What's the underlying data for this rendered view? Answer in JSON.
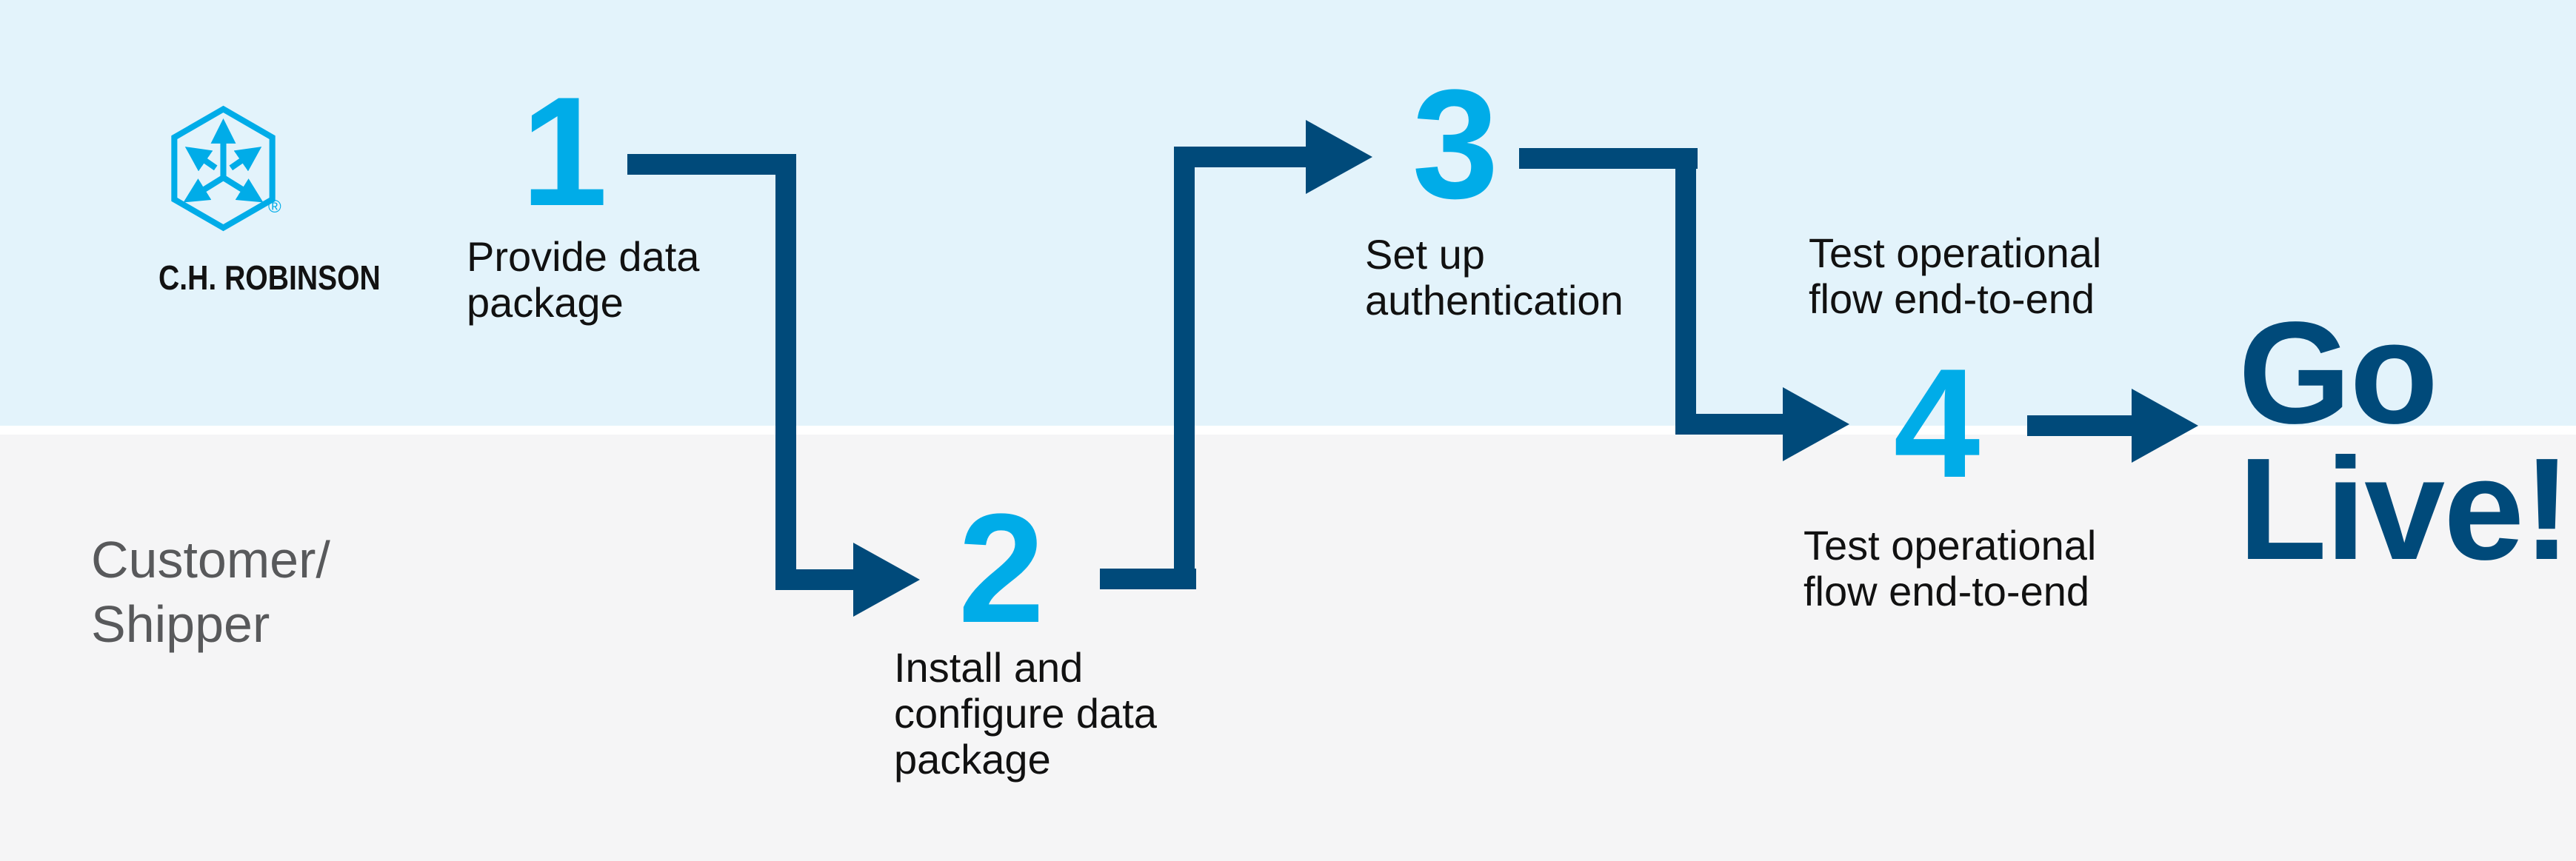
{
  "brand": {
    "wordmark": "C.H. ROBINSON",
    "registered": "®"
  },
  "lanes": {
    "bottom_label_line1": "Customer/",
    "bottom_label_line2": "Shipper"
  },
  "steps": [
    {
      "number": "1",
      "line1": "Provide data",
      "line2": "package"
    },
    {
      "number": "2",
      "line1": "Install and",
      "line2": "configure data",
      "line3": "package"
    },
    {
      "number": "3",
      "line1": "Set up",
      "line2": "authentication"
    },
    {
      "number": "4",
      "top_line1": "Test operational",
      "top_line2": "flow end-to-end",
      "bottom_line1": "Test operational",
      "bottom_line2": "flow end-to-end"
    }
  ],
  "finale": {
    "line1": "Go",
    "line2": "Live!"
  },
  "colors": {
    "lane_top": "#E3F3FB",
    "lane_bottom": "#F5F5F6",
    "divider": "#FFFFFF",
    "accent_cyan": "#00ACE8",
    "accent_navy": "#004A7A",
    "text_black": "#111111",
    "lane_label_gray": "#58595B"
  },
  "icons": {
    "logo": "chr-hexagon-arrows-icon",
    "connector_arrowhead": "arrow-right-icon"
  }
}
